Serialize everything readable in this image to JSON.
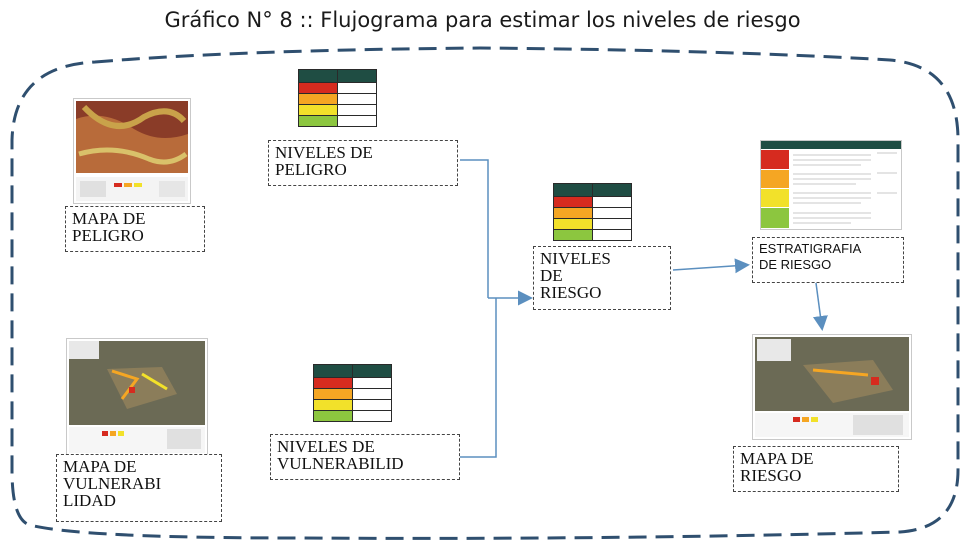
{
  "title": "Gráfico N° 8 :: Flujograma para estimar los niveles de riesgo",
  "nodes": {
    "mapa_peligro": "MAPA DE\nPELIGRO",
    "mapa_vulnerabilidad": "MAPA DE\nVULNERABI\nLIDAD",
    "niveles_peligro": "NIVELES DE\nPELIGRO",
    "niveles_vulnerabilidad": "NIVELES DE\nVULNERABILID",
    "niveles_riesgo": "NIVELES\nDE\nRIESGO",
    "estratigrafia": "ESTRATIGRAFIA\nDE RIESGO",
    "mapa_riesgo": "MAPA DE\nRIESGO"
  },
  "colors": {
    "frame": "#2f4f6f",
    "arrow": "#5b8fbf",
    "header": "#1f4d43",
    "very_high": "#d62b1f",
    "high": "#f5a623",
    "medium": "#f2e12a",
    "low": "#8cc63f"
  }
}
